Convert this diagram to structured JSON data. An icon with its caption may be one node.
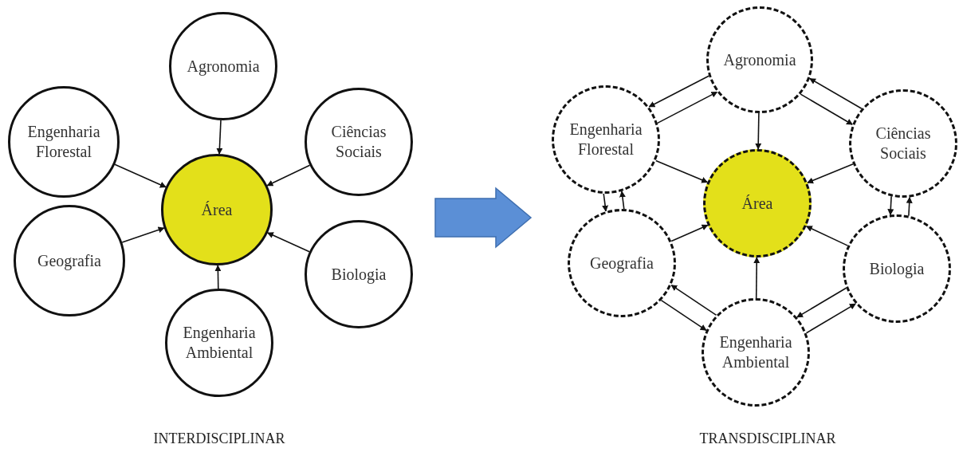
{
  "diagram": {
    "nodes": [
      {
        "text": [
          "Agronomia"
        ]
      },
      {
        "text": [
          "Engenharia Florestal"
        ]
      },
      {
        "text": [
          "Ciências Sociais"
        ]
      },
      {
        "text": [
          "Área"
        ]
      },
      {
        "text": [
          "Geografia"
        ]
      },
      {
        "text": [
          "Biologia"
        ]
      },
      {
        "text": [
          "Engenharia Ambiental"
        ]
      },
      {
        "text": [
          "Agronomia"
        ]
      },
      {
        "text": [
          "Engenharia Florestal"
        ]
      },
      {
        "text": [
          "Ciências Sociais"
        ]
      },
      {
        "text": [
          "Área"
        ]
      },
      {
        "text": [
          "Geografia"
        ]
      },
      {
        "text": [
          "Biologia"
        ]
      },
      {
        "text": [
          "Engenharia Ambiental"
        ]
      }
    ],
    "edges": [
      {
        "from": 0,
        "to": 3,
        "arrow": "to"
      },
      {
        "from": 1,
        "to": 3,
        "arrow": "to"
      },
      {
        "from": 2,
        "to": 3,
        "arrow": "to"
      },
      {
        "from": 4,
        "to": 3,
        "arrow": "to"
      },
      {
        "from": 5,
        "to": 3,
        "arrow": "to"
      },
      {
        "from": 6,
        "to": 3,
        "arrow": "to"
      },
      {
        "from": 7,
        "to": 10,
        "arrow": "to"
      },
      {
        "from": 8,
        "to": 10,
        "arrow": "to"
      },
      {
        "from": 9,
        "to": 10,
        "arrow": "to"
      },
      {
        "from": 11,
        "to": 10,
        "arrow": "to"
      },
      {
        "from": 12,
        "to": 10,
        "arrow": "to"
      },
      {
        "from": 13,
        "to": 10,
        "arrow": "to"
      },
      {
        "from": 7,
        "to": 8,
        "arrow": "to"
      },
      {
        "from": 8,
        "to": 7,
        "arrow": "to"
      },
      {
        "from": 7,
        "to": 9,
        "arrow": "to"
      },
      {
        "from": 9,
        "to": 7,
        "arrow": "to"
      },
      {
        "from": 9,
        "to": 12,
        "arrow": "to"
      },
      {
        "from": 12,
        "to": 9,
        "arrow": "to"
      },
      {
        "from": 12,
        "to": 13,
        "arrow": "to"
      },
      {
        "from": 13,
        "to": 12,
        "arrow": "to"
      },
      {
        "from": 13,
        "to": 11,
        "arrow": "to"
      },
      {
        "from": 11,
        "to": 13,
        "arrow": "to"
      },
      {
        "from": 11,
        "to": 8,
        "arrow": "to"
      },
      {
        "from": 8,
        "to": 11,
        "arrow": "to"
      }
    ],
    "labels": [
      "INTERDISCIPLINAR",
      "TRANSDISCIPLINAR"
    ]
  }
}
